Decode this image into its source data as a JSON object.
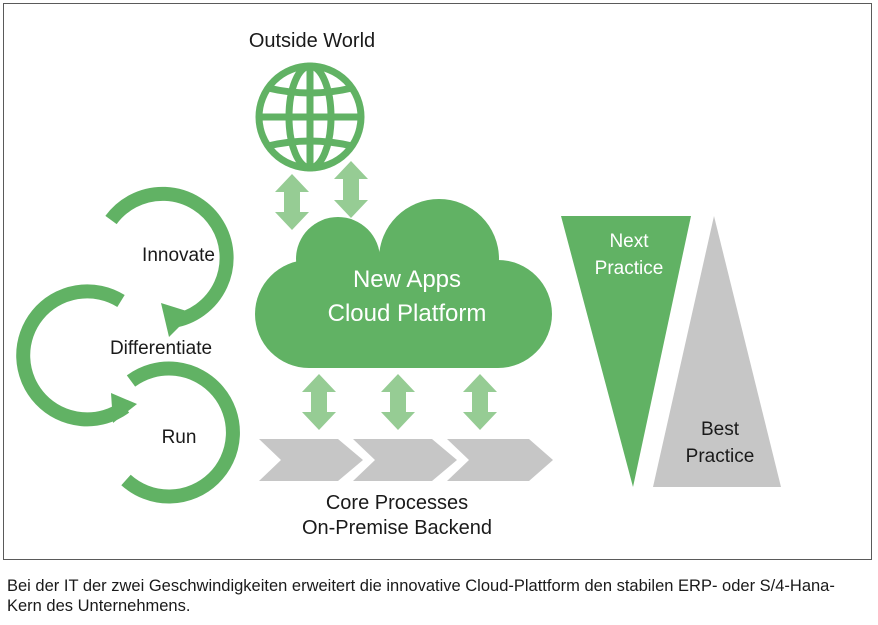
{
  "diagram": {
    "outside_world": "Outside World",
    "cycle": {
      "innovate": "Innovate",
      "differentiate": "Differentiate",
      "run": "Run"
    },
    "cloud": {
      "line1": "New Apps",
      "line2": "Cloud Platform"
    },
    "core": {
      "line1": "Core Processes",
      "line2": "On-Premise Backend"
    },
    "next_practice": {
      "line1": "Next",
      "line2": "Practice"
    },
    "best_practice": {
      "line1": "Best",
      "line2": "Practice"
    }
  },
  "caption": "Bei der IT der zwei Geschwindigkeiten erweitert die innovative Cloud-Plattform den stabilen ERP- oder S/4-Hana-Kern des Unternehmens.",
  "colors": {
    "green": "#61b264",
    "light_green": "#96cc94",
    "gray": "#c6c6c6",
    "border": "#5a5a5a"
  },
  "icons": [
    "globe-icon",
    "double-arrow-icon",
    "cloud-icon",
    "cycle-arrow-icon",
    "chevron-icon",
    "triangle-icon"
  ]
}
